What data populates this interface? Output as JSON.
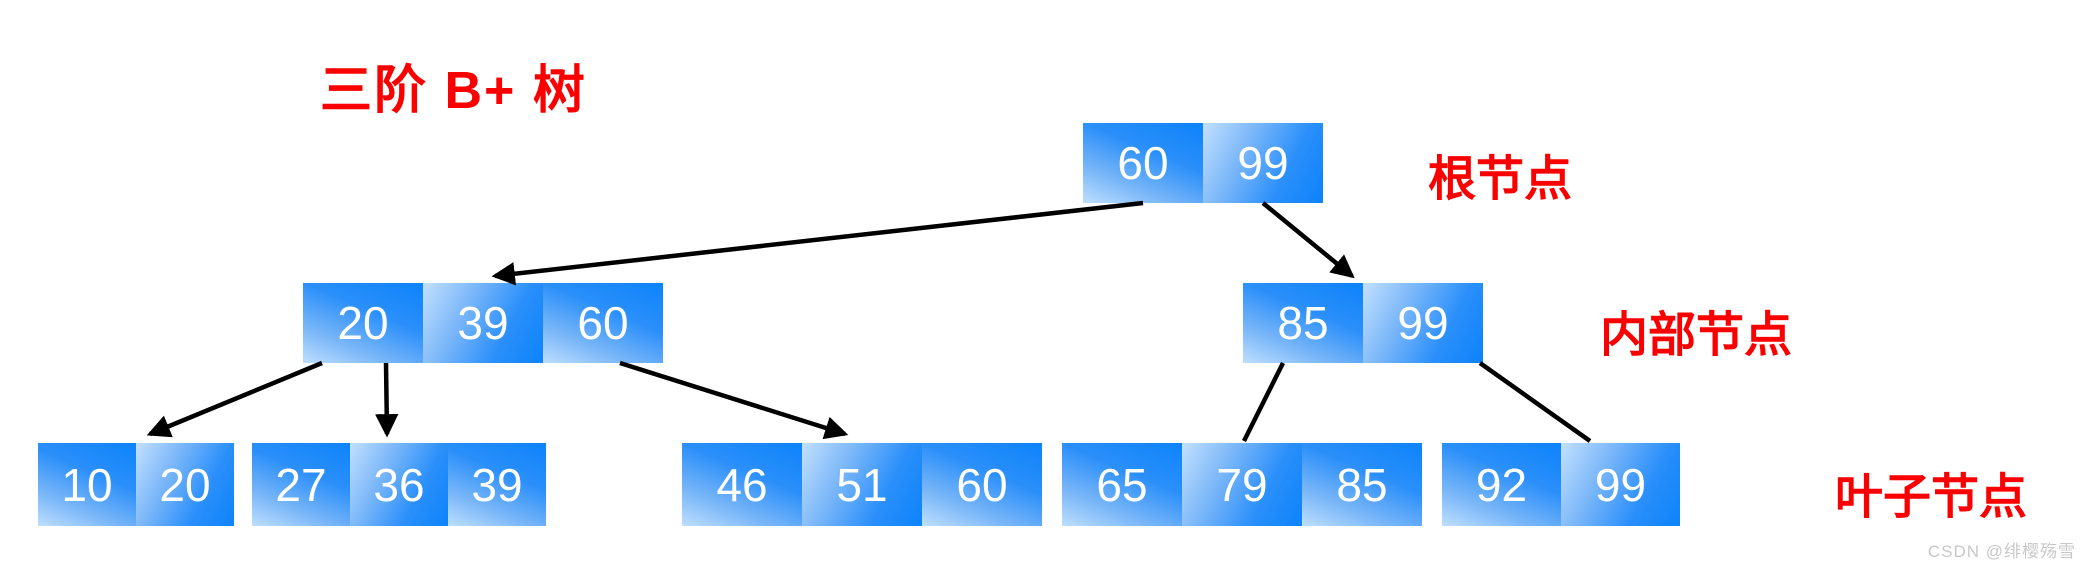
{
  "title": "三阶 B+ 树",
  "annotations": {
    "root_label": "根节点",
    "internal_label": "内部节点",
    "leaf_label": "叶子节点"
  },
  "watermark": "CSDN @绯樱殇雪",
  "colors": {
    "annotation_red": "#fa0000",
    "cell_blue_dark": "#0d83fb",
    "cell_blue_light": "#c2e0fe",
    "cell_text": "#ffffff",
    "arrow_black": "#000000",
    "watermark_gray": "#c8c8c8"
  },
  "tree": {
    "order": 3,
    "root": {
      "keys": [
        "60",
        "99"
      ]
    },
    "internal_nodes": [
      {
        "keys": [
          "20",
          "39",
          "60"
        ]
      },
      {
        "keys": [
          "85",
          "99"
        ]
      }
    ],
    "leaf_nodes": [
      {
        "keys": [
          "10",
          "20"
        ]
      },
      {
        "keys": [
          "27",
          "36",
          "39"
        ]
      },
      {
        "keys": [
          "46",
          "51",
          "60"
        ]
      },
      {
        "keys": [
          "65",
          "79",
          "85"
        ]
      },
      {
        "keys": [
          "92",
          "99"
        ]
      }
    ]
  }
}
